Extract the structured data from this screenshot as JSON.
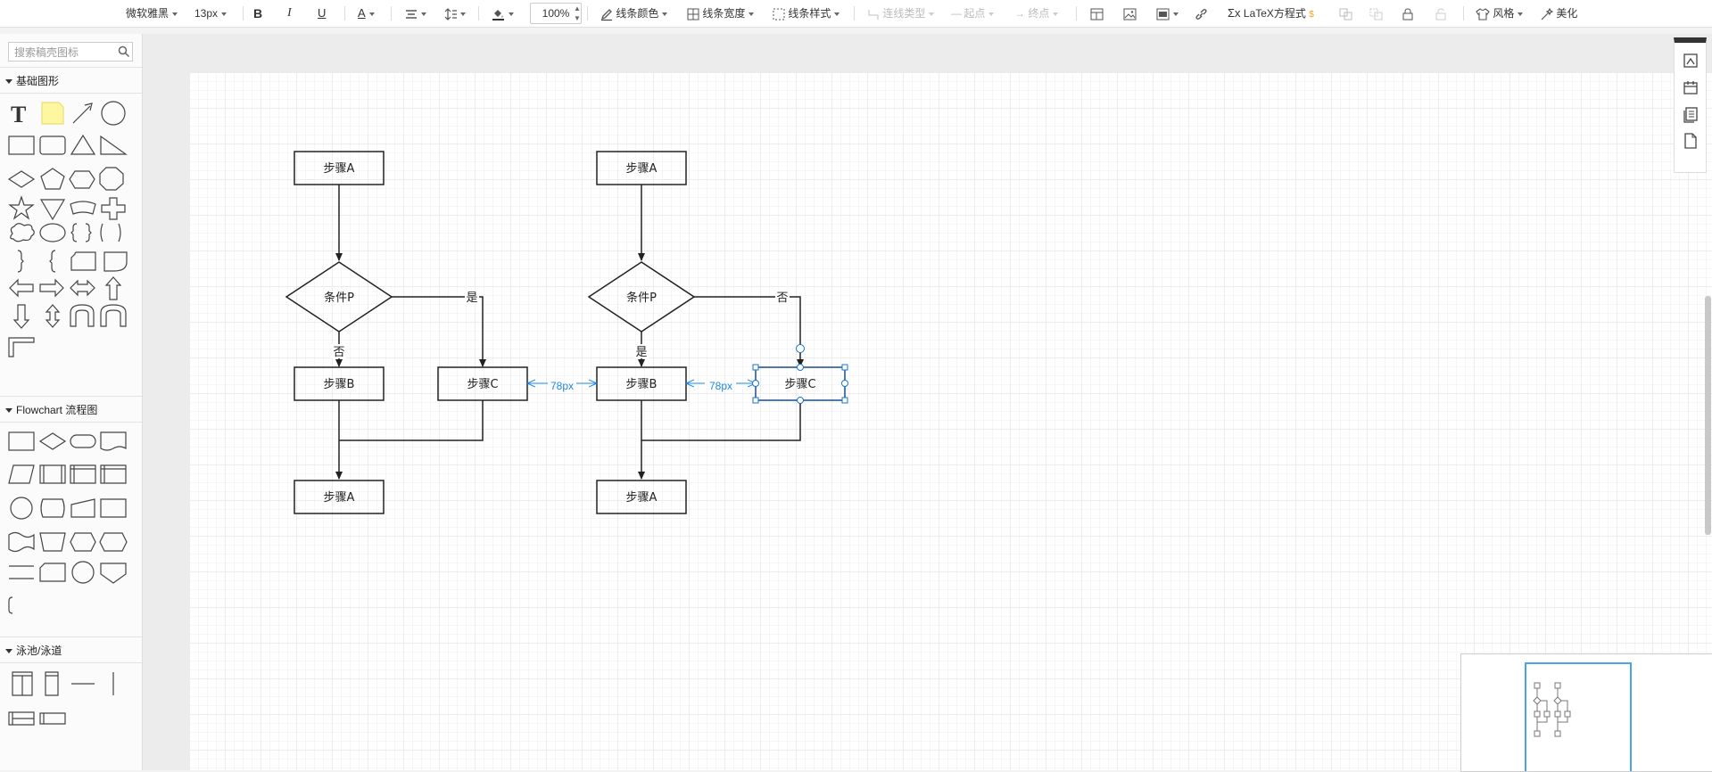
{
  "toolbar": {
    "font_family": "微软雅黑",
    "font_size": "13px",
    "zoom": "100%",
    "line_color": "线条颜色",
    "line_width": "线条宽度",
    "line_style": "线条样式",
    "connector_type": "连线类型",
    "start_point": "起点",
    "end_point": "终点",
    "latex": "LaTeX方程式",
    "style": "风格",
    "beautify": "美化"
  },
  "sidebar": {
    "search_placeholder": "搜索稿壳图标",
    "sections": [
      "基础图形",
      "Flowchart 流程图",
      "泳池/泳道"
    ]
  },
  "diagram": {
    "left": {
      "top": "步骤A",
      "decision": "条件P",
      "yes_label": "是",
      "no_label": "否",
      "step_b": "步骤B",
      "step_c": "步骤C",
      "bottom": "步骤A"
    },
    "right": {
      "top": "步骤A",
      "decision": "条件P",
      "yes_label": "是",
      "no_label": "否",
      "step_b": "步骤B",
      "step_c": "步骤C",
      "bottom": "步骤A"
    },
    "gap_label_1": "78px",
    "gap_label_2": "78px"
  },
  "colors": {
    "selection": "#1a73c8",
    "guide": "#1e88e5",
    "stroke": "#222222",
    "accent_orange": "#f0a020"
  }
}
